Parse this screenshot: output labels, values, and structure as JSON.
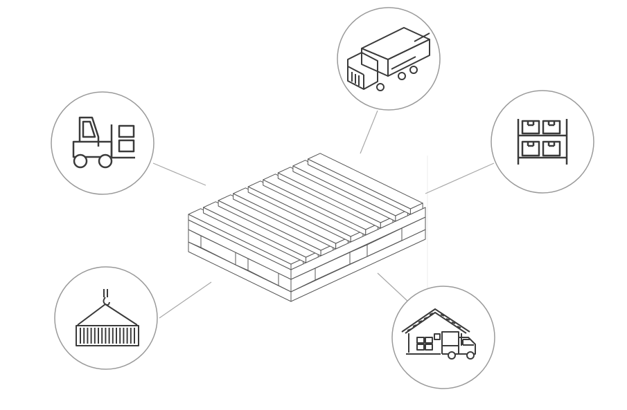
{
  "diagram": {
    "center": {
      "name": "pallet"
    },
    "nodes": [
      {
        "id": "truck",
        "icon": "delivery-truck-icon"
      },
      {
        "id": "forklift",
        "icon": "forklift-icon"
      },
      {
        "id": "shelving",
        "icon": "warehouse-shelving-icon"
      },
      {
        "id": "container",
        "icon": "crane-container-icon"
      },
      {
        "id": "warehouse",
        "icon": "warehouse-loading-icon"
      }
    ]
  },
  "colors": {
    "background": "#ffffff",
    "circle_stroke": "#9a9a9a",
    "connector": "#a8a8a8",
    "icon": "#3a3a3a",
    "pallet": "#555555"
  }
}
